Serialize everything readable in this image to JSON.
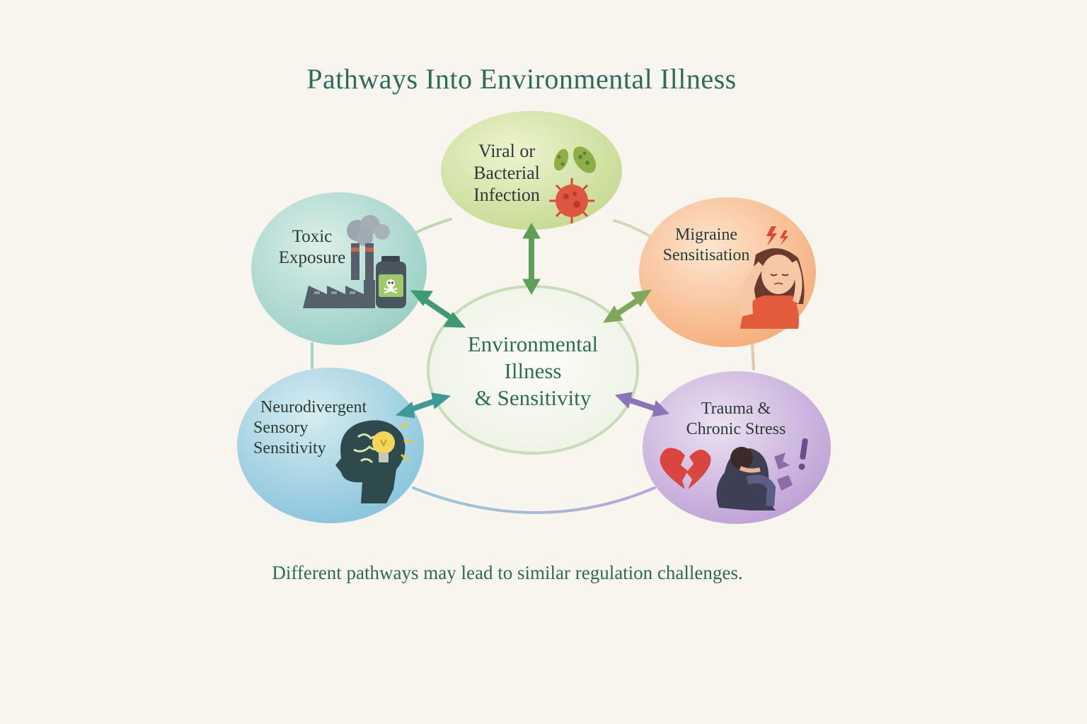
{
  "title": "Pathways Into Environmental Illness",
  "center": {
    "lines": [
      "Environmental",
      "Illness",
      "& Sensitivity"
    ]
  },
  "nodes": {
    "infection": {
      "lines": [
        "Viral or",
        "Bacterial",
        "Infection"
      ],
      "color": "#d4e2a8"
    },
    "toxic": {
      "lines": [
        "Toxic",
        "Exposure"
      ],
      "color": "#b4ddd6"
    },
    "migraine": {
      "lines": [
        "Migraine",
        "Sensitisation"
      ],
      "color": "#f7c39a"
    },
    "neuro": {
      "lines": [
        "Neurodivergent",
        "Sensory",
        "Sensitivity"
      ],
      "color": "#a9d4e4"
    },
    "trauma": {
      "lines": [
        "Trauma &",
        "Chronic Stress"
      ],
      "color": "#cdb7de"
    }
  },
  "caption": "Different pathways may lead to similar regulation challenges."
}
